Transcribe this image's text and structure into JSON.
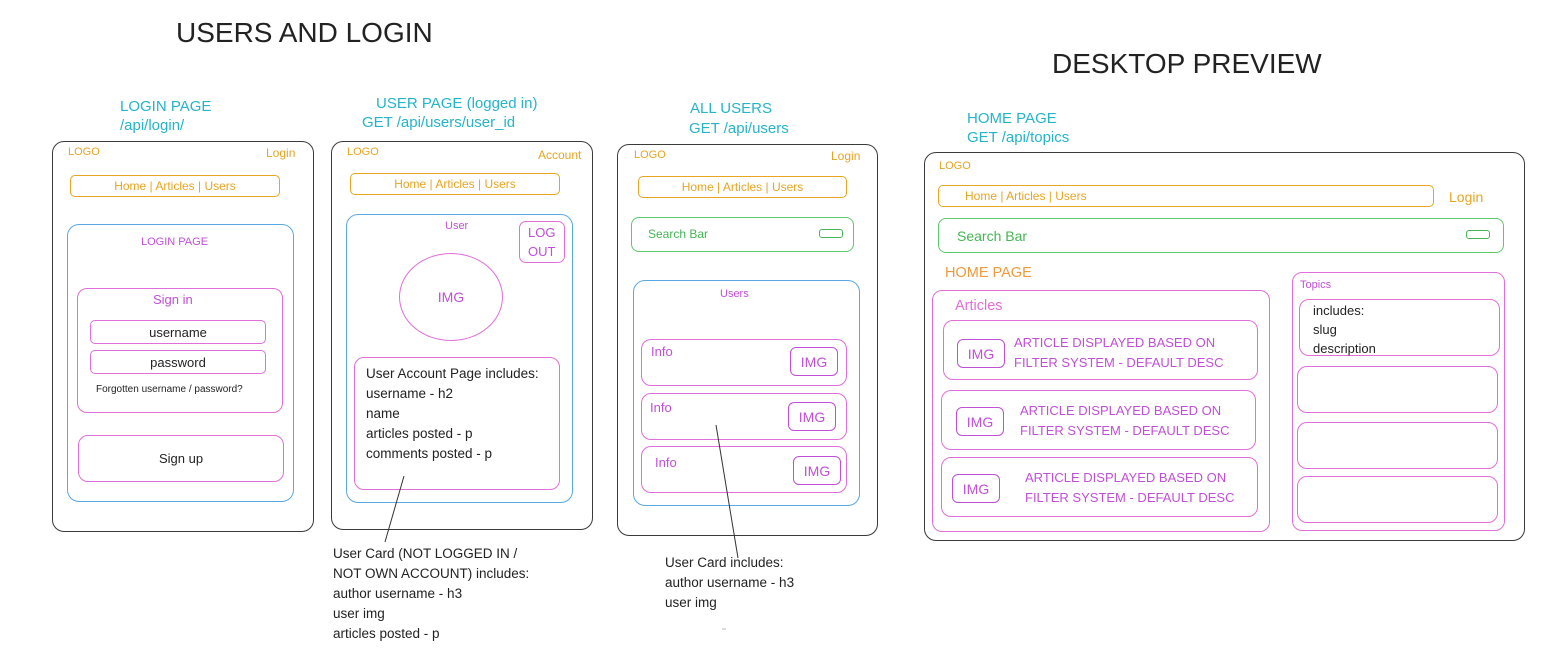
{
  "headings": {
    "users_login": "USERS AND LOGIN",
    "desktop": "DESKTOP PREVIEW"
  },
  "login": {
    "title": "LOGIN PAGE",
    "endpoint": "/api/login/",
    "logo": "LOGO",
    "corner": "Login",
    "nav": "Home | Articles | Users",
    "panel_title": "LOGIN PAGE",
    "signin": "Sign in",
    "username": "username",
    "password": "password",
    "forgot": "Forgotten username / password?",
    "signup": "Sign up"
  },
  "user_page": {
    "title": "USER PAGE (logged in)",
    "endpoint": "GET /api/users/user_id",
    "logo": "LOGO",
    "corner": "Account",
    "nav": "Home | Articles | Users",
    "user_label": "User",
    "logout_1": "LOG",
    "logout_2": "OUT",
    "img": "IMG",
    "includes": [
      "User Account Page includes:",
      "username - h2",
      "name",
      "articles posted - p",
      "comments posted - p"
    ],
    "note": [
      "User Card (NOT LOGGED IN /",
      "NOT OWN ACCOUNT) includes:",
      "author username - h3",
      "user img",
      "articles posted - p"
    ]
  },
  "all_users": {
    "title": "ALL USERS",
    "endpoint": "GET /api/users",
    "logo": "LOGO",
    "corner": "Login",
    "nav": "Home | Articles | Users",
    "search": "Search Bar",
    "users_label": "Users",
    "cards": [
      {
        "info": "Info",
        "img": "IMG"
      },
      {
        "info": "Info",
        "img": "IMG"
      },
      {
        "info": "Info",
        "img": "IMG"
      }
    ],
    "note": [
      "User Card includes:",
      "author username - h3",
      "user img"
    ]
  },
  "home": {
    "title": "HOME PAGE",
    "endpoint": "GET /api/topics",
    "logo": "LOGO",
    "nav": "Home | Articles | Users",
    "login": "Login",
    "search": "Search Bar",
    "page_label": "HOME PAGE",
    "articles_label": "Articles",
    "articles": [
      {
        "img": "IMG",
        "line1": "ARTICLE DISPLAYED BASED ON",
        "line2": "FILTER SYSTEM - DEFAULT DESC"
      },
      {
        "img": "IMG",
        "line1": "ARTICLE DISPLAYED BASED ON",
        "line2": "FILTER SYSTEM - DEFAULT DESC"
      },
      {
        "img": "IMG",
        "line1": "ARTICLE DISPLAYED BASED ON",
        "line2": "FILTER SYSTEM - DEFAULT DESC"
      }
    ],
    "topics_label": "Topics",
    "topics_includes": [
      "includes:",
      "slug",
      "description"
    ]
  }
}
